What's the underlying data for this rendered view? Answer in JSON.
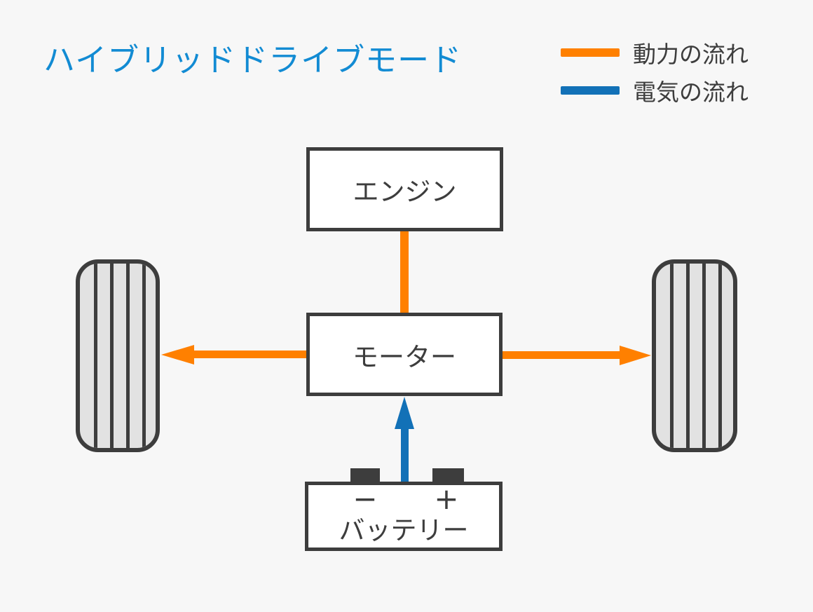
{
  "canvas": {
    "background": "#f7f7f7"
  },
  "title": {
    "text": "ハイブリッドドライブモード",
    "color": "#128BD3"
  },
  "legend": {
    "items": [
      {
        "id": "power-flow",
        "label": "動力の流れ",
        "color": "#FF8000"
      },
      {
        "id": "electric-flow",
        "label": "電気の流れ",
        "color": "#1271B7"
      }
    ]
  },
  "nodes": {
    "engine": {
      "label": "エンジン"
    },
    "motor": {
      "label": "モーター"
    },
    "battery": {
      "label": "バッテリー",
      "negative_terminal": "−",
      "positive_terminal": "+"
    }
  },
  "flows": [
    {
      "from": "engine",
      "to": "motor",
      "type": "power",
      "style": "line"
    },
    {
      "from": "motor",
      "to": "left-tire",
      "type": "power",
      "style": "arrow-left"
    },
    {
      "from": "motor",
      "to": "right-tire",
      "type": "power",
      "style": "arrow-right"
    },
    {
      "from": "battery",
      "to": "motor",
      "type": "electric",
      "style": "arrow-up"
    }
  ],
  "colors": {
    "outline_dark": "#3d3d3d",
    "box_fill": "#ffffff",
    "tire_fill": "#e2e2e2",
    "power": "#FF8000",
    "electric": "#1271B7",
    "title": "#128BD3",
    "background": "#f7f7f7"
  }
}
